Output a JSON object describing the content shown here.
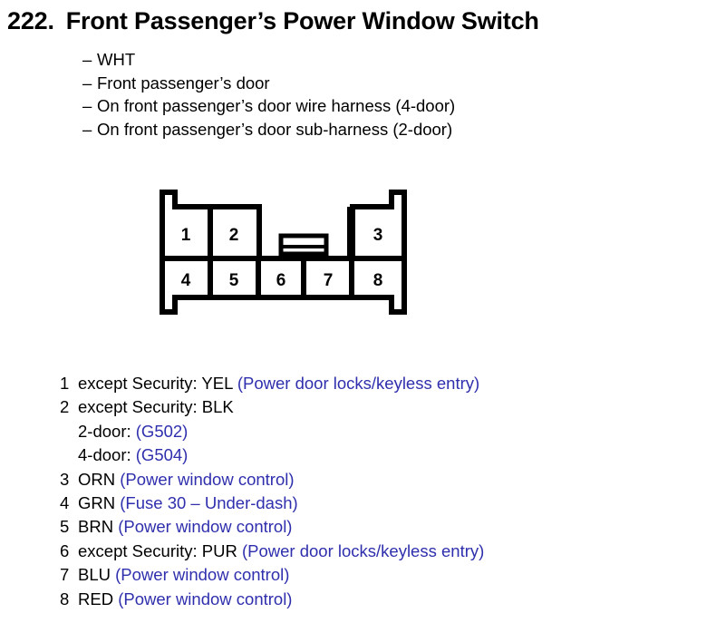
{
  "title": {
    "number": "222.",
    "text": "Front Passenger’s Power Window Switch"
  },
  "subnotes": [
    "WHT",
    "Front passenger’s door",
    "On front passenger’s door wire harness (4-door)",
    "On front passenger’s door sub-harness (2-door)"
  ],
  "dash": "–",
  "connector": {
    "top_row_pins": [
      "1",
      "2",
      "3"
    ],
    "bottom_row_pins": [
      "4",
      "5",
      "6",
      "7",
      "8"
    ]
  },
  "legend": {
    "accent_color": "#2f2fae",
    "rows": [
      {
        "pin": "1",
        "black": "except Security: YEL",
        "blue": "(Power door locks/keyless entry)",
        "sublines": []
      },
      {
        "pin": "2",
        "black": "except Security: BLK",
        "blue": "",
        "sublines": [
          {
            "black": "2-door:",
            "blue": "(G502)"
          },
          {
            "black": "4-door:",
            "blue": "(G504)"
          }
        ]
      },
      {
        "pin": "3",
        "black": "ORN",
        "blue": "(Power window control)",
        "sublines": []
      },
      {
        "pin": "4",
        "black": "GRN",
        "blue": "(Fuse 30 – Under-dash)",
        "sublines": []
      },
      {
        "pin": "5",
        "black": "BRN",
        "blue": "(Power window control)",
        "sublines": []
      },
      {
        "pin": "6",
        "black": "except Security: PUR",
        "blue": "(Power door locks/keyless entry)",
        "sublines": []
      },
      {
        "pin": "7",
        "black": "BLU",
        "blue": "(Power window control)",
        "sublines": []
      },
      {
        "pin": "8",
        "black": "RED",
        "blue": "(Power window control)",
        "sublines": []
      }
    ]
  }
}
